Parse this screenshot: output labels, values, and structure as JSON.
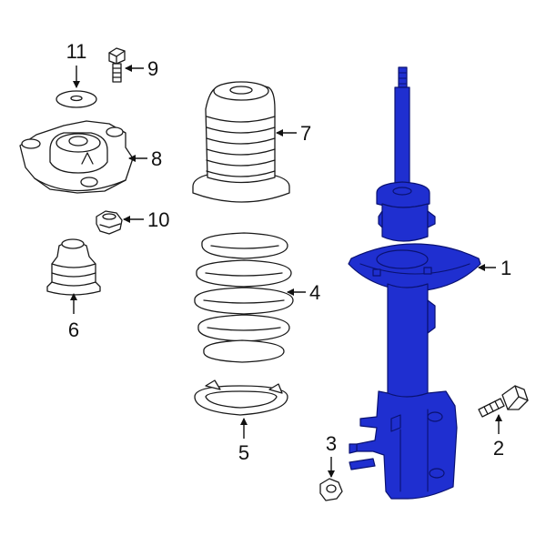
{
  "callouts": [
    {
      "id": "1",
      "label": "1"
    },
    {
      "id": "2",
      "label": "2"
    },
    {
      "id": "3",
      "label": "3"
    },
    {
      "id": "4",
      "label": "4"
    },
    {
      "id": "5",
      "label": "5"
    },
    {
      "id": "6",
      "label": "6"
    },
    {
      "id": "7",
      "label": "7"
    },
    {
      "id": "8",
      "label": "8"
    },
    {
      "id": "9",
      "label": "9"
    },
    {
      "id": "10",
      "label": "10"
    },
    {
      "id": "11",
      "label": "11"
    }
  ],
  "colors": {
    "highlight": "#1f2fd0",
    "highlight_outline": "#0a1272",
    "line": "#1a1a1a",
    "background": "#ffffff"
  }
}
